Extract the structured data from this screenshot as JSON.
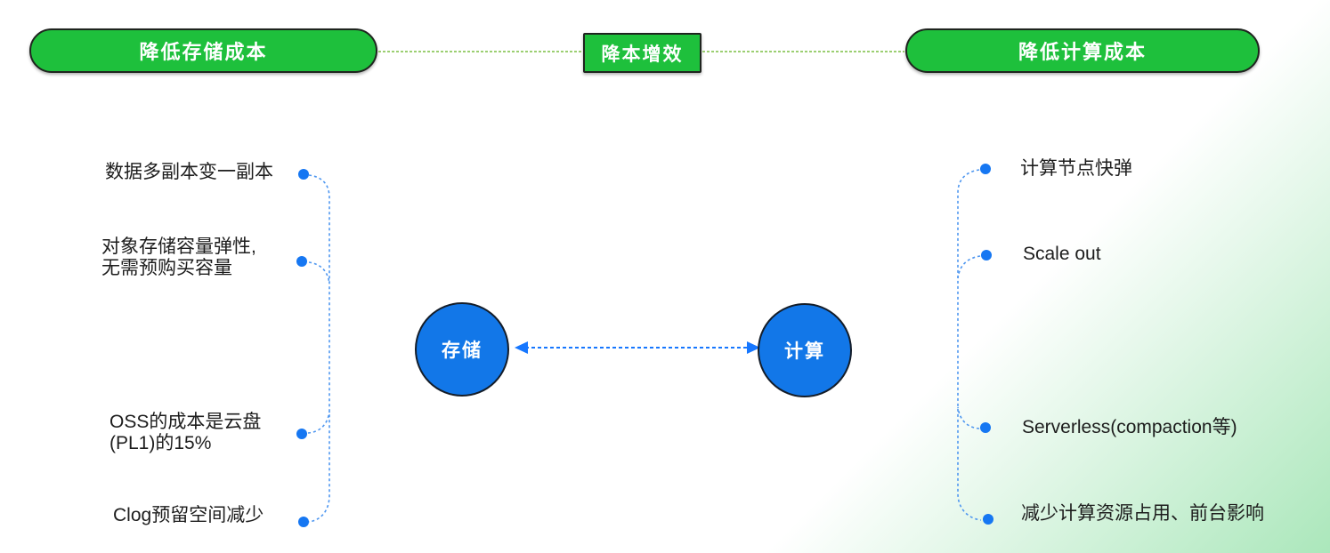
{
  "colors": {
    "green": "#1ec03c",
    "dash_green": "#9ccf72",
    "node_blue": "#1277e8",
    "dot_blue": "#1677f2",
    "connector_blue": "#4f97f0",
    "arrow_blue": "#1677ff",
    "text_dark": "#1d1d1d",
    "corner_green": "#abe7bb"
  },
  "header": {
    "left_pill": "降低存储成本",
    "center_badge": "降本增效",
    "right_pill": "降低计算成本"
  },
  "nodes": {
    "storage": "存储",
    "compute": "计算"
  },
  "storage_benefits": [
    {
      "lines": [
        "数据多副本变一副本"
      ]
    },
    {
      "lines": [
        "对象存储容量弹性,",
        "无需预购买容量"
      ]
    },
    {
      "lines": [
        "OSS的成本是云盘",
        "(PL1)的15%"
      ]
    },
    {
      "lines": [
        "Clog预留空间减少"
      ]
    }
  ],
  "compute_benefits": [
    {
      "lines": [
        "计算节点快弹"
      ]
    },
    {
      "lines": [
        "Scale out"
      ]
    },
    {
      "lines": [
        "Serverless(compaction等)"
      ]
    },
    {
      "lines": [
        "减少计算资源占用、前台影响"
      ]
    }
  ]
}
